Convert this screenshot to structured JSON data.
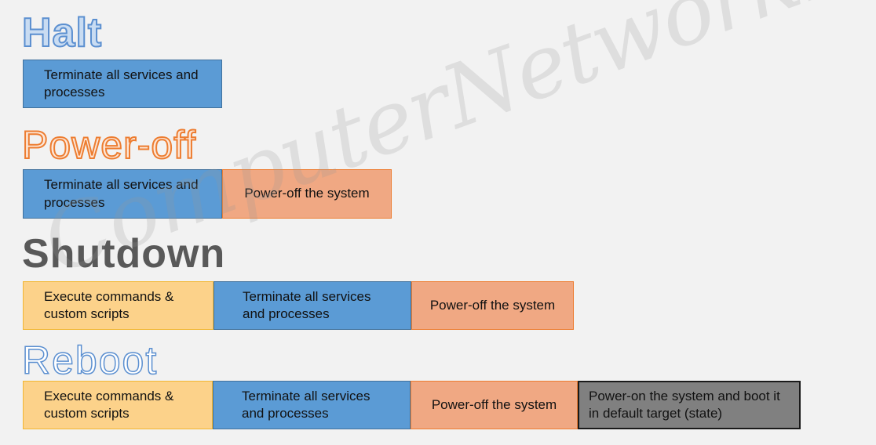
{
  "sections": {
    "halt": {
      "title": "Halt",
      "steps": [
        "Terminate all services and processes"
      ]
    },
    "poweroff": {
      "title": "Power-off",
      "steps": [
        "Terminate all services and processes",
        "Power-off the system"
      ]
    },
    "shutdown": {
      "title": "Shutdown",
      "steps": [
        "Execute commands & custom scripts",
        "Terminate all services and processes",
        "Power-off the system"
      ]
    },
    "reboot": {
      "title": "Reboot",
      "steps": [
        "Execute commands & custom scripts",
        "Terminate all services and processes",
        "Power-off the system",
        "Power-on the system and boot it in default target (state)"
      ]
    }
  },
  "colors": {
    "terminate": "#5b9bd5",
    "power_off": "#f0a883",
    "execute": "#fcd28a",
    "power_on": "#808080"
  },
  "watermark": "ComputerNetworkingNotes"
}
